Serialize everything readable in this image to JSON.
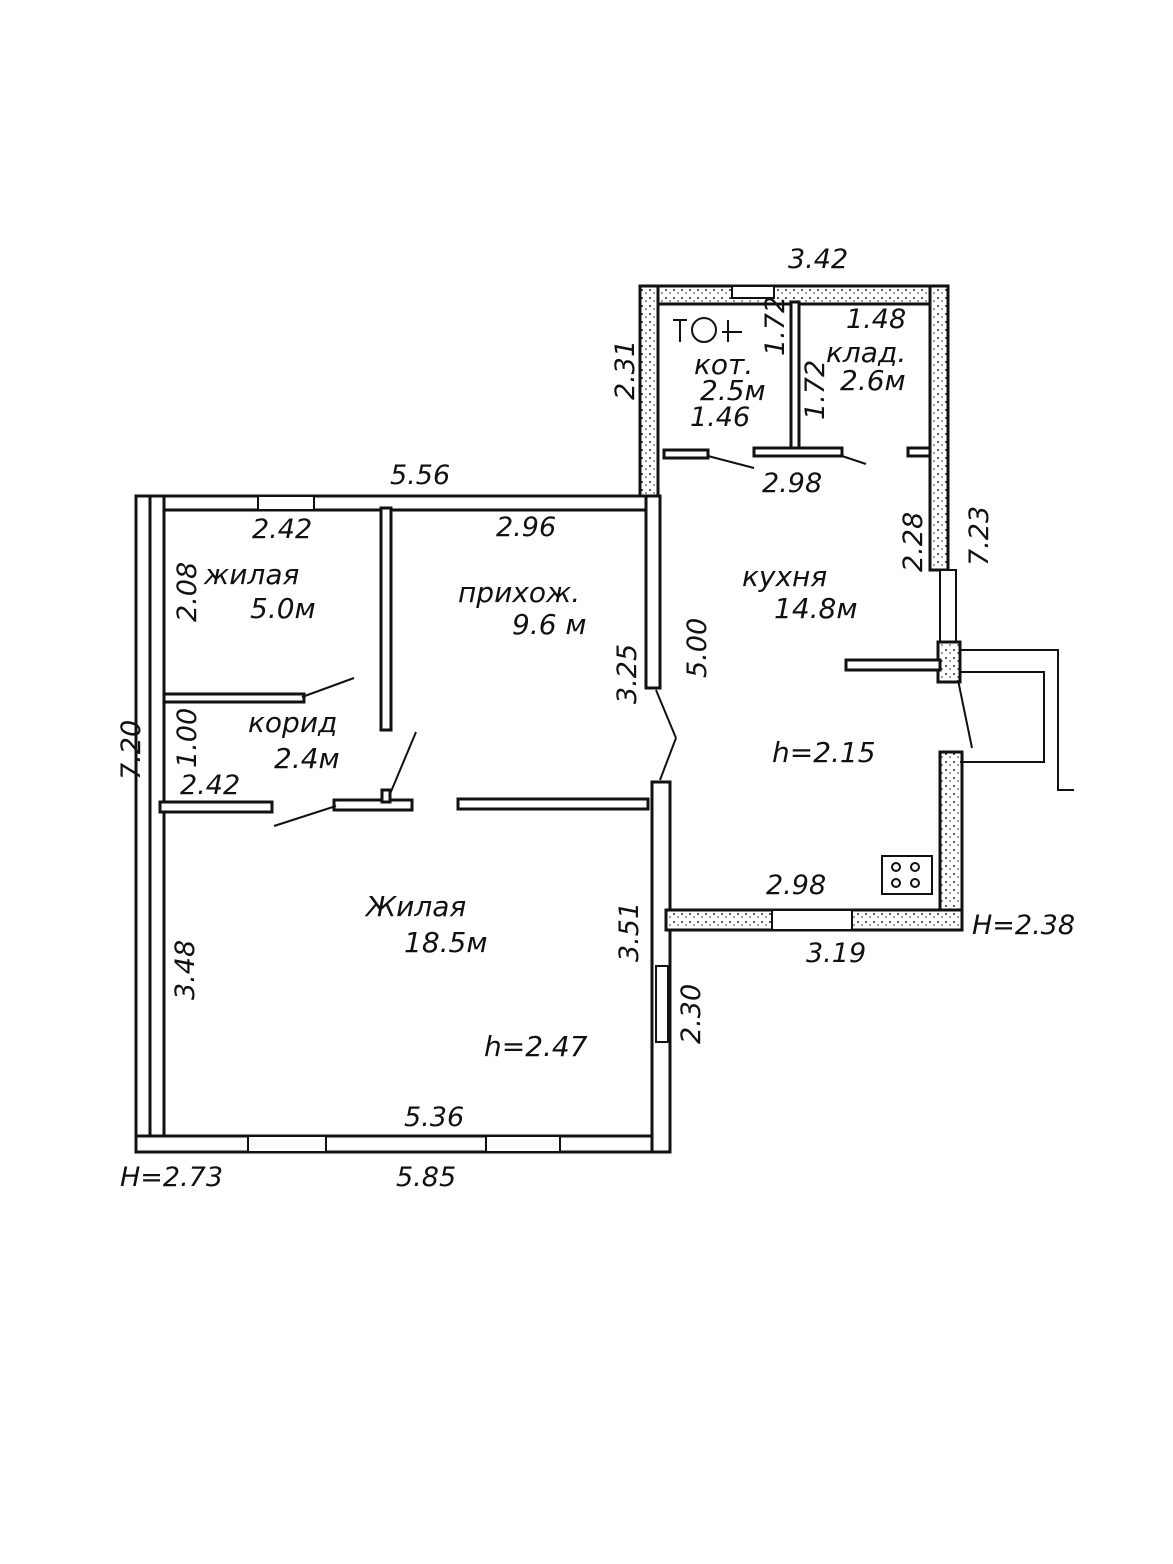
{
  "rooms": {
    "living_small": {
      "name": "жилая",
      "area": "5.0м"
    },
    "hallway": {
      "name": "прихож.",
      "area": "9.6 м"
    },
    "corridor": {
      "name": "корид",
      "area": "2.4м"
    },
    "living_large": {
      "name": "Жилая",
      "area": "18.5м",
      "height": "h=2.47"
    },
    "kitchen": {
      "name": "кухня",
      "area": "14.8м",
      "height": "h=2.15"
    },
    "boiler": {
      "name": "кот.",
      "area": "2.5м"
    },
    "pantry": {
      "name": "клад.",
      "area": "2.6м"
    }
  },
  "dimensions": {
    "top_annex": "3.42",
    "top_main": "5.56",
    "left_total": "7.20",
    "annex_left": "2.31",
    "boiler_side": "1.72",
    "pantry_side": "1.72",
    "boiler_bottom": "1.46",
    "pantry_top": "1.48",
    "kitchen_top": "2.98",
    "kitchen_right_upper": "2.28",
    "annex_right_total": "7.23",
    "small_room_top": "2.42",
    "small_room_left": "2.08",
    "hallway_top": "2.96",
    "hallway_right": "3.25",
    "kitchen_left": "5.00",
    "corridor_left": "1.00",
    "corridor_bottom": "2.42",
    "large_room_left": "3.48",
    "large_room_right": "3.51",
    "kitchen_bottom": "2.98",
    "annex_bottom": "3.19",
    "side_2_30": "2.30",
    "large_room_bottom_inner": "5.36",
    "bottom_total": "5.85",
    "height_main": "H=2.73",
    "height_annex": "H=2.38"
  }
}
